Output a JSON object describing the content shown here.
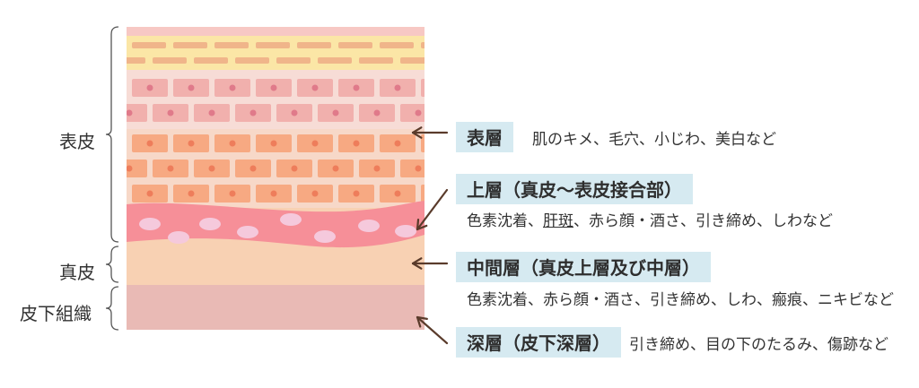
{
  "side_labels": {
    "epidermis": "表皮",
    "dermis": "真皮",
    "subcutaneous": "皮下組織"
  },
  "layers": [
    {
      "tag": "表層",
      "desc": "肌のキメ、毛穴、小じわ、美白など"
    },
    {
      "tag": "上層（真皮〜表皮接合部）",
      "desc_pre": "色素沈着、",
      "desc_underlined": "肝斑",
      "desc_post": "、赤ら顔・酒さ、引き締め、しわなど"
    },
    {
      "tag": "中間層（真皮上層及び中層）",
      "desc": "色素沈着、赤ら顔・酒さ、引き締め、しわ、瘢痕、ニキビなど"
    },
    {
      "tag": "深層（皮下深層）",
      "desc": "引き締め、目の下のたるみ、傷跡など"
    }
  ],
  "colors": {
    "top_band": "#f7c8c4",
    "horny_bg": "#fbe6a6",
    "horny_brick": "#f0b58a",
    "spiny_bg": "#f7dcd6",
    "spiny_cell": "#f1b0ad",
    "spiny_nucleus": "#e07a8a",
    "basal_bg": "#f7d8c8",
    "basal_cell": "#f7a982",
    "basal_nucleus": "#ee7d5b",
    "wave": "#f68f98",
    "wave_oval": "#f5c9dc",
    "dermis": "#f8d1b3",
    "subcutaneous": "#e9bab5",
    "arrow": "#5a3b2b",
    "bracket": "#555555",
    "tag_bg": "#d6eaf1"
  }
}
